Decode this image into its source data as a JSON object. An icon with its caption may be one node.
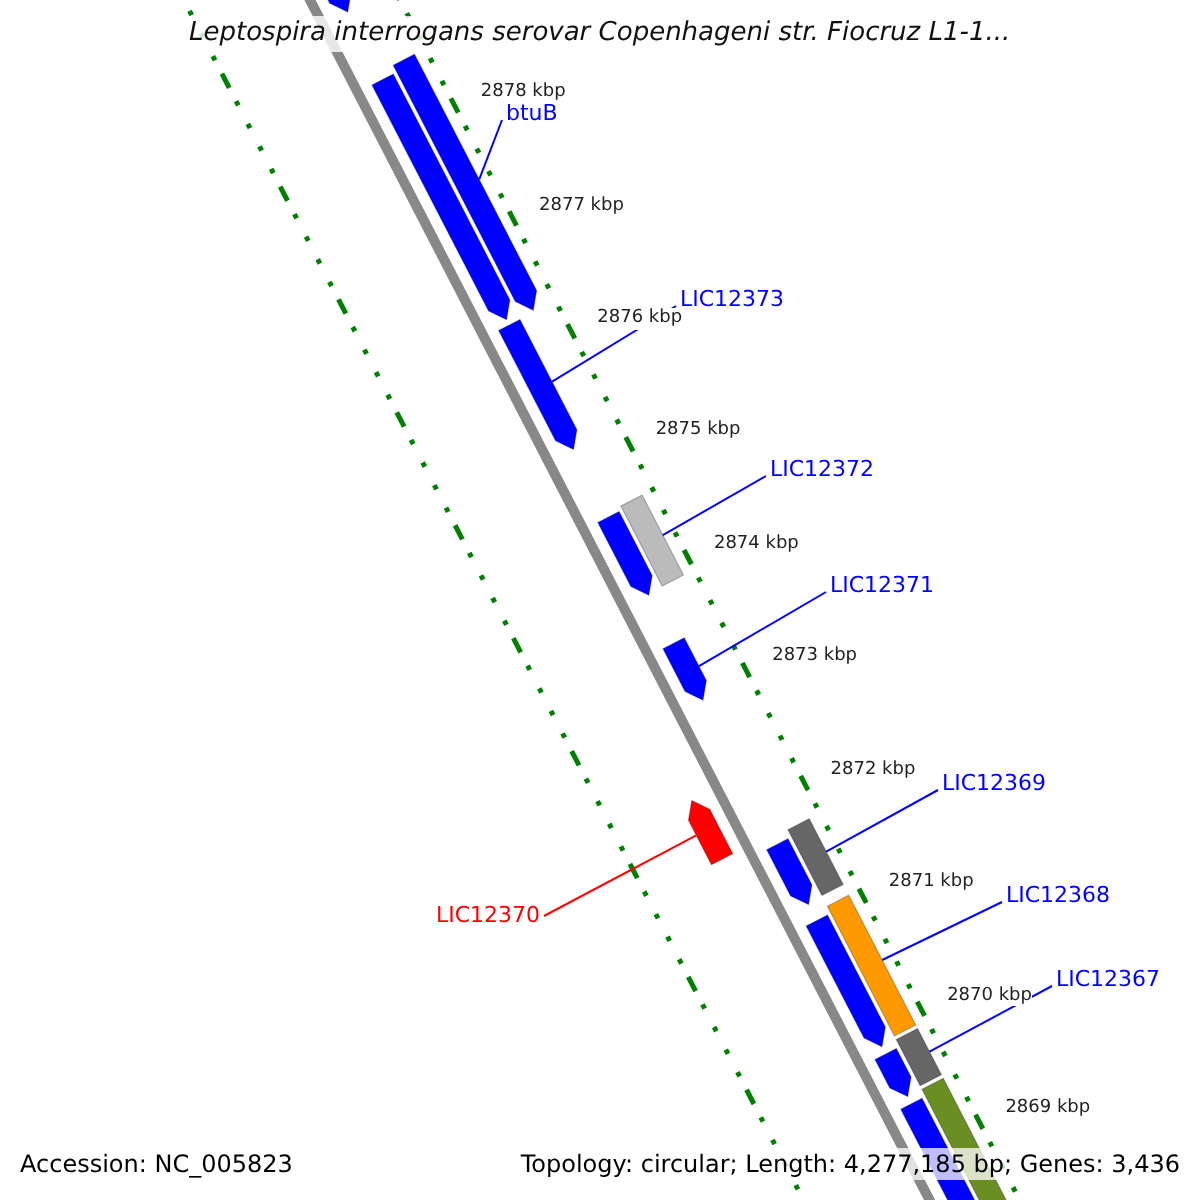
{
  "diagram": {
    "title": "Leptospira interrogans serovar Copenhageni str. Fiocruz L1-1...",
    "nodes": [
      {
        "text": [
          "btuB"
        ]
      },
      {
        "text": [],
        "shape": "bar"
      },
      {
        "text": [
          "LIC12373"
        ]
      },
      {
        "text": [],
        "shape": "bar"
      },
      {
        "text": [
          "LIC12372"
        ]
      },
      {
        "text": [],
        "shape": "bar"
      },
      {
        "text": [
          "LIC12371"
        ]
      },
      {
        "text": [],
        "shape": "bar"
      },
      {
        "text": [
          "LIC12369"
        ]
      },
      {
        "text": [],
        "shape": "bar"
      },
      {
        "text": [
          "LIC12370"
        ]
      },
      {
        "text": [],
        "shape": "bar"
      },
      {
        "text": [
          "LIC12368"
        ]
      },
      {
        "text": [],
        "shape": "bar"
      },
      {
        "text": [
          "LIC12367"
        ]
      },
      {
        "text": [],
        "shape": "bar"
      }
    ],
    "edges": [
      {
        "from": 0,
        "to": 1,
        "arrow": "none"
      },
      {
        "from": 2,
        "to": 3,
        "arrow": "none"
      },
      {
        "from": 4,
        "to": 5,
        "arrow": "none"
      },
      {
        "from": 6,
        "to": 7,
        "arrow": "none"
      },
      {
        "from": 8,
        "to": 9,
        "arrow": "none"
      },
      {
        "from": 10,
        "to": 11,
        "arrow": "none",
        "color": "#ff0000"
      },
      {
        "from": 12,
        "to": 13,
        "arrow": "none"
      },
      {
        "from": 14,
        "to": 15,
        "arrow": "none"
      }
    ],
    "labels": [
      "2878 kbp",
      "2877 kbp",
      "2876 kbp",
      "2875 kbp",
      "2874 kbp",
      "2873 kbp",
      "2872 kbp",
      "2871 kbp",
      "2870 kbp",
      "2869 kbp",
      "Accession: NC_005823",
      "Topology: circular; Length: 4,277,185 bp; Genes: 3,436"
    ]
  }
}
